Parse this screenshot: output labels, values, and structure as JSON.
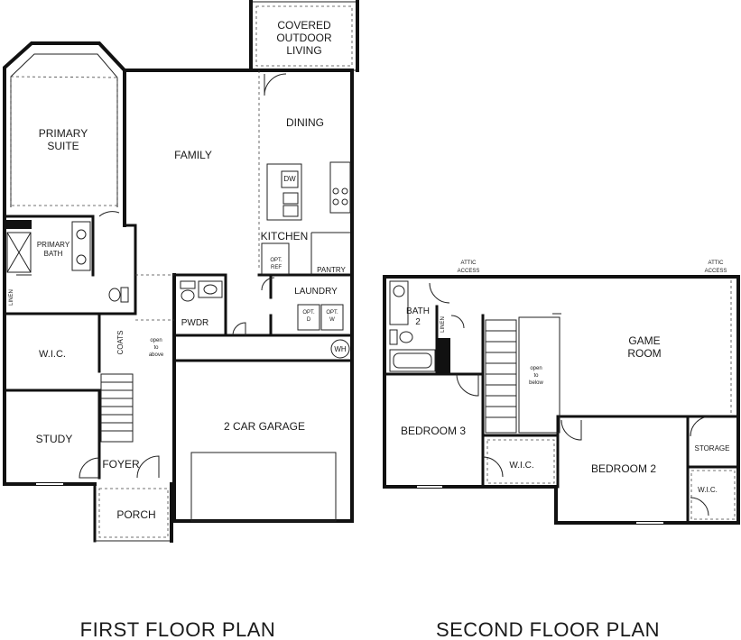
{
  "first_floor": {
    "title": "FIRST FLOOR PLAN",
    "rooms": {
      "covered_outdoor": [
        "COVERED",
        "OUTDOOR",
        "LIVING"
      ],
      "primary_suite": [
        "PRIMARY",
        "SUITE"
      ],
      "family": "FAMILY",
      "dining": "DINING",
      "dw": "DW",
      "kitchen": "KITCHEN",
      "opt_ref": [
        "OPT.",
        "REF"
      ],
      "pantry": "PANTRY",
      "primary_bath": [
        "PRIMARY",
        "BATH"
      ],
      "linen": "LINEN",
      "laundry": "LAUNDRY",
      "opt_d": [
        "OPT.",
        "D"
      ],
      "opt_w": [
        "OPT.",
        "W"
      ],
      "pwdr": "PWDR",
      "wic": "W.I.C.",
      "coats": "COATS",
      "open_above": [
        "open",
        "to",
        "above"
      ],
      "wh": "WH",
      "garage": "2 CAR GARAGE",
      "study": "STUDY",
      "foyer": "FOYER",
      "porch": "PORCH"
    }
  },
  "second_floor": {
    "title": "SECOND FLOOR PLAN",
    "rooms": {
      "attic_left": [
        "ATTIC",
        "ACCESS"
      ],
      "attic_right": [
        "ATTIC",
        "ACCESS"
      ],
      "bath2": [
        "BATH",
        "2"
      ],
      "linen": "LINEN",
      "game_room": [
        "GAME",
        "ROOM"
      ],
      "open_below": [
        "open",
        "to",
        "below"
      ],
      "bedroom3": "BEDROOM 3",
      "wic1": "W.I.C.",
      "bedroom2": "BEDROOM 2",
      "storage": "STORAGE",
      "wic2": "W.I.C."
    }
  },
  "colors": {
    "wall": "#111111",
    "background": "#ffffff",
    "text": "#1a1a1a"
  }
}
